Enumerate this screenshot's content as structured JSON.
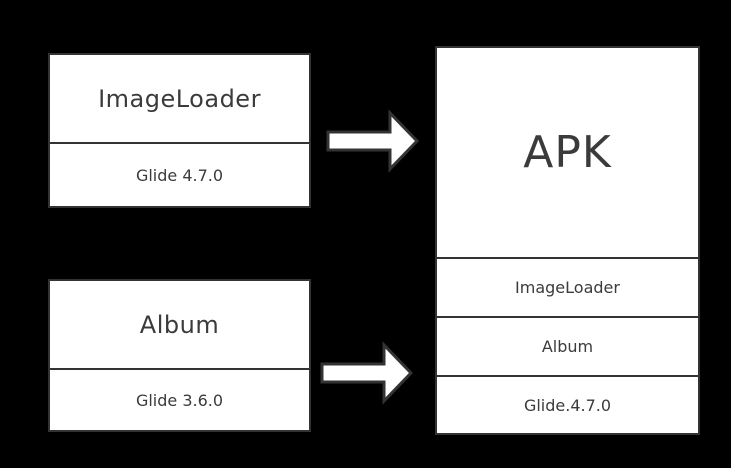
{
  "colors": {
    "background": "#000000",
    "box_fill": "#ffffff",
    "box_border": "#333333",
    "text": "#3b3b3b",
    "arrow_fill": "#ffffff",
    "arrow_outline": "#333333"
  },
  "diagram": {
    "left_top_module": {
      "name": "ImageLoader",
      "dependency": "Glide 4.7.0"
    },
    "left_bottom_module": {
      "name": "Album",
      "dependency": "Glide 3.6.0"
    },
    "apk": {
      "title": "APK",
      "contents": [
        "ImageLoader",
        "Album",
        "Glide.4.7.0"
      ]
    }
  }
}
